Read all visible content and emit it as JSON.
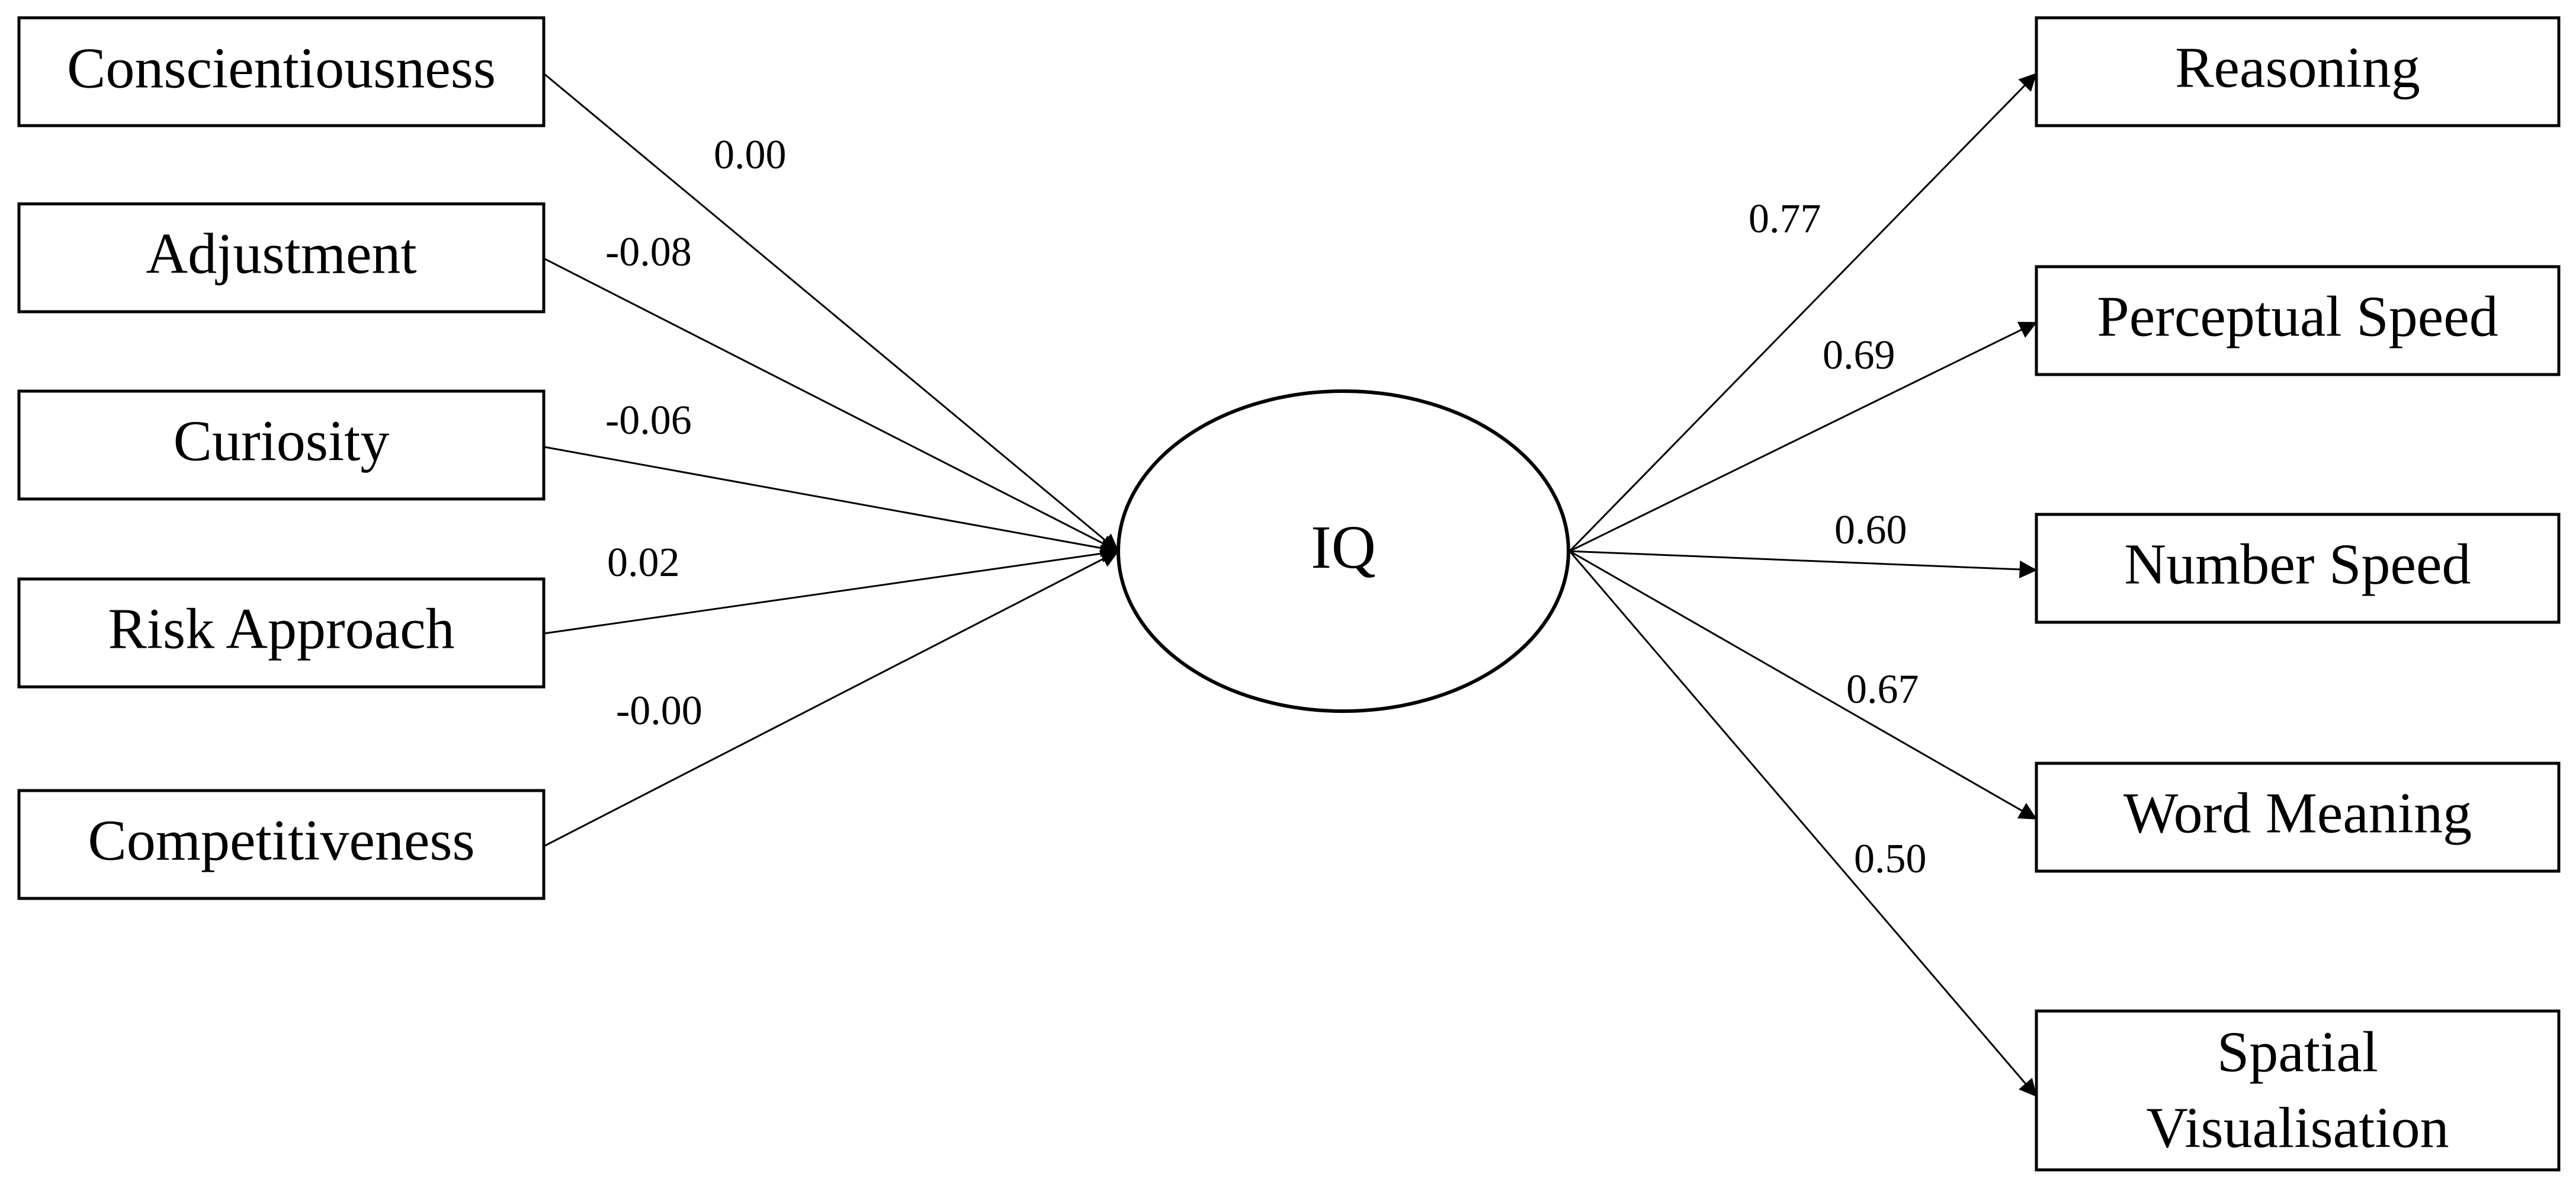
{
  "latent": {
    "label": "IQ"
  },
  "predictors": [
    {
      "label": "Conscientiousness",
      "coef": "0.00"
    },
    {
      "label": "Adjustment",
      "coef": "-0.08"
    },
    {
      "label": "Curiosity",
      "coef": "-0.06"
    },
    {
      "label": "Risk Approach",
      "coef": "0.02"
    },
    {
      "label": "Competitiveness",
      "coef": "-0.00"
    }
  ],
  "indicators": [
    {
      "label": "Reasoning",
      "loading": "0.77"
    },
    {
      "label": "Perceptual Speed",
      "loading": "0.69"
    },
    {
      "label": "Number Speed",
      "loading": "0.60"
    },
    {
      "label": "Word Meaning",
      "loading": "0.67"
    },
    {
      "label": "Spatial",
      "label2": "Visualisation",
      "loading": "0.50"
    }
  ]
}
